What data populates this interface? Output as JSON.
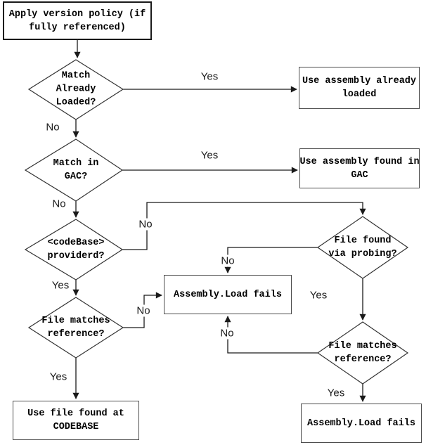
{
  "colors": {
    "background": "#ffffff",
    "line": "#1a1a1a",
    "box_border": "#4d4d4d",
    "text": "#000000"
  },
  "nodes": {
    "apply_policy": {
      "lines": [
        "Apply version policy (if",
        "fully referenced)"
      ]
    },
    "match_loaded": {
      "lines": [
        "Match",
        "Already",
        "Loaded?"
      ]
    },
    "use_loaded": {
      "lines": [
        "Use assembly already",
        "loaded"
      ]
    },
    "match_gac": {
      "lines": [
        "Match in",
        "GAC?"
      ]
    },
    "use_gac": {
      "lines": [
        "Use assembly found in",
        "GAC"
      ]
    },
    "codebase_provided": {
      "lines": [
        "<codeBase>",
        "providerd?"
      ]
    },
    "file_found_probing": {
      "lines": [
        "File found",
        "via probing?"
      ]
    },
    "assembly_load_fails_mid": {
      "lines": [
        "Assembly.Load fails"
      ]
    },
    "file_matches_left": {
      "lines": [
        "File matches",
        "reference?"
      ]
    },
    "file_matches_right": {
      "lines": [
        "File matches",
        "reference?"
      ]
    },
    "use_file_codebase": {
      "lines": [
        "Use file found at",
        "CODEBASE"
      ]
    },
    "assembly_load_fails_bottom": {
      "lines": [
        "Assembly.Load fails"
      ]
    }
  },
  "edge_labels": {
    "d1_yes": "Yes",
    "d1_no": "No",
    "d2_yes": "Yes",
    "d2_no": "No",
    "d3_no": "No",
    "d3_yes": "Yes",
    "d4_no": "No",
    "d4_yes": "Yes",
    "d5_no": "No",
    "d5_yes": "Yes",
    "d6_no": "No",
    "d6_yes": "Yes"
  }
}
